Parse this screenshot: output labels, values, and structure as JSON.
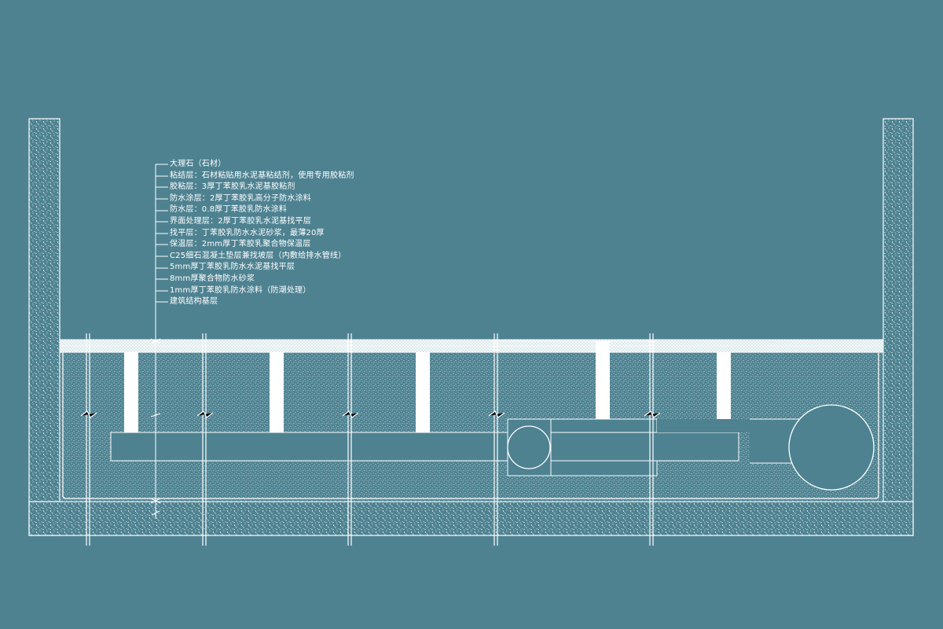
{
  "layer_labels": [
    "大理石（石材）",
    "粘结层：石材粘贴用水泥基粘结剂，使用专用胶粘剂",
    "胶粘层：3厚丁苯胶乳水泥基胶粘剂",
    "防水涂层：2厚丁苯胶乳高分子防水涂料",
    "防水层：0.8厚丁苯胶乳防水涂料",
    "界面处理层：2厚丁苯胶乳水泥基找平层",
    "找平层：丁苯胶乳防水水泥砂浆，最薄20厚",
    "保温层：2mm厚丁苯胶乳聚合物保温层",
    "C25细石混凝土垫层兼找坡层（内敷给排水管线）",
    "5mm厚丁苯胶乳防水水泥基找平层",
    "8mm厚聚合物防水砂浆",
    "1mm厚丁苯胶乳防水涂料（防潮处理）",
    "建筑结构基层"
  ],
  "colors": {
    "background": "#4e8291",
    "line": "#ffffff"
  }
}
